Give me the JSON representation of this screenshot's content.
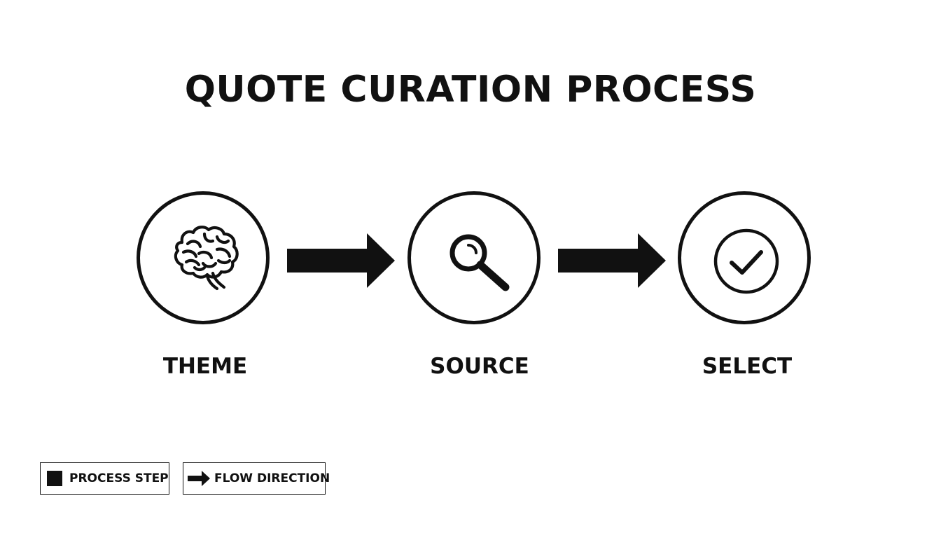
{
  "diagram": {
    "title": "QUOTE CURATION PROCESS",
    "steps": [
      {
        "label": "THEME",
        "icon": "brain-icon"
      },
      {
        "label": "SOURCE",
        "icon": "magnifier-icon"
      },
      {
        "label": "SELECT",
        "icon": "check-circle-icon"
      }
    ],
    "connectors": [
      {
        "from": "THEME",
        "to": "SOURCE",
        "icon": "right-arrow-icon"
      },
      {
        "from": "SOURCE",
        "to": "SELECT",
        "icon": "right-arrow-icon"
      }
    ]
  },
  "legend": {
    "items": [
      {
        "label": "PROCESS STEP",
        "icon": "black-square-icon"
      },
      {
        "label": "FLOW DIRECTION",
        "icon": "right-arrow-icon"
      }
    ]
  },
  "colors": {
    "ink": "#111111",
    "background": "#ffffff"
  }
}
